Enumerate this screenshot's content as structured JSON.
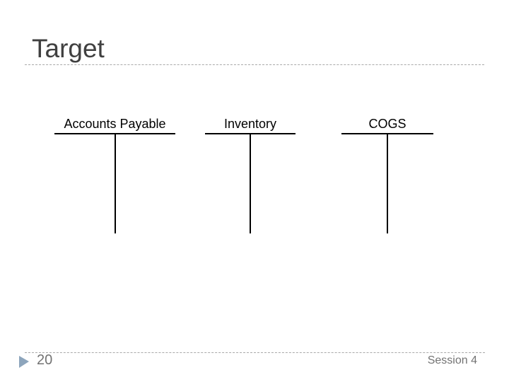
{
  "slide": {
    "title": "Target",
    "page_number": "20",
    "footer": "Session 4"
  },
  "accounts": [
    {
      "label": "Accounts Payable"
    },
    {
      "label": "Inventory"
    },
    {
      "label": "COGS"
    }
  ],
  "icons": {
    "nav_arrow": "right-pointing-triangle"
  },
  "colors": {
    "title": "#404040",
    "divider": "#a9a9a9",
    "footer_text": "#737373",
    "nav_arrow": "#8da5bc",
    "account_line": "#000000"
  }
}
